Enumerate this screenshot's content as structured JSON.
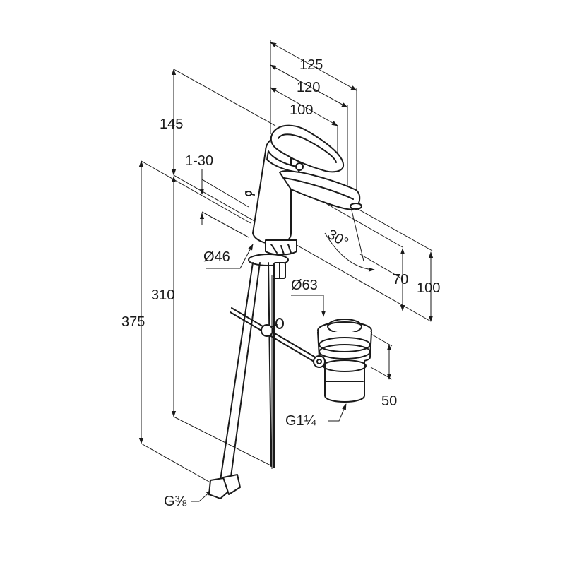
{
  "dimensions": {
    "width_125": "125",
    "width_120": "120",
    "width_100": "100",
    "height_145": "145",
    "lift_1_30": "1-30",
    "dia_46": "Ø46",
    "height_310": "310",
    "height_375": "375",
    "angle_30": "30°",
    "dia_63": "Ø63",
    "height_70": "70",
    "height_100": "100",
    "height_50": "50",
    "thread_g114": "G1¼",
    "thread_g38": "G⅜"
  }
}
